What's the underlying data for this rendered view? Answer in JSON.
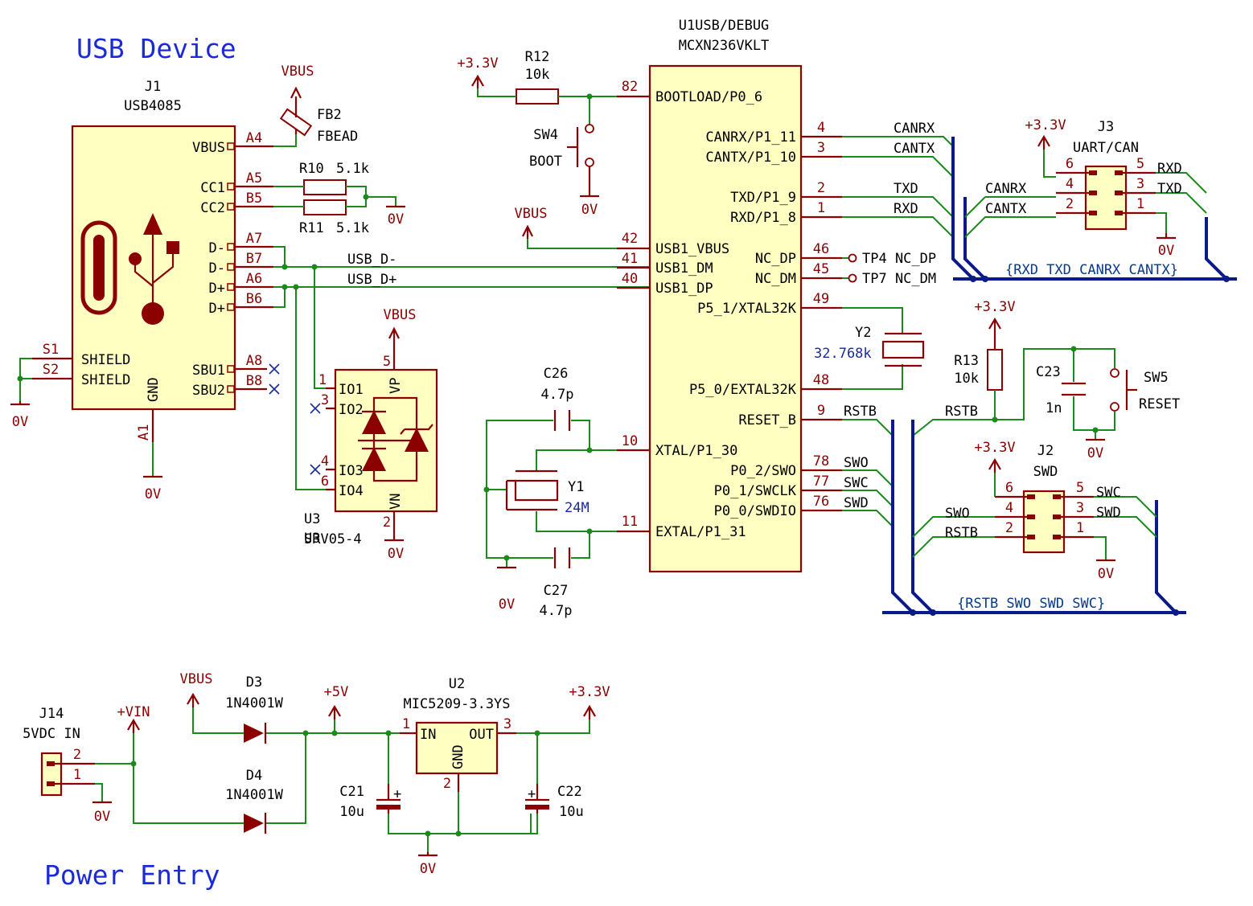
{
  "sections": {
    "usb_title": "USB Device",
    "power_title": "Power Entry"
  },
  "u1": {
    "ref": "U1USB/DEBUG",
    "value": "MCXN236VKLT",
    "pins": [
      {
        "name": "BOOTLOAD/P0_6",
        "num": "82"
      },
      {
        "name": "CANRX/P1_11",
        "num": "4"
      },
      {
        "name": "CANTX/P1_10",
        "num": "3"
      },
      {
        "name": "TXD/P1_9",
        "num": "2"
      },
      {
        "name": "RXD/P1_8",
        "num": "1"
      },
      {
        "name": "USB1_VBUS",
        "num": "42"
      },
      {
        "name": "USB1_DM",
        "num": "41"
      },
      {
        "name": "USB1_DP",
        "num": "40"
      },
      {
        "name": "NC_DP",
        "num": "46"
      },
      {
        "name": "NC_DM",
        "num": "45"
      },
      {
        "name": "P5_1/XTAL32K",
        "num": "49"
      },
      {
        "name": "P5_0/EXTAL32K",
        "num": "48"
      },
      {
        "name": "RESET_B",
        "num": "9"
      },
      {
        "name": "XTAL/P1_30",
        "num": "10"
      },
      {
        "name": "P0_2/SWO",
        "num": "78"
      },
      {
        "name": "P0_1/SWCLK",
        "num": "77"
      },
      {
        "name": "P0_0/SWDIO",
        "num": "76"
      },
      {
        "name": "EXTAL/P1_31",
        "num": "11"
      }
    ]
  },
  "j1": {
    "ref": "J1",
    "value": "USB4085",
    "pins": [
      {
        "name": "VBUS",
        "num": "A4"
      },
      {
        "name": "CC1",
        "num": "A5"
      },
      {
        "name": "CC2",
        "num": "B5"
      },
      {
        "name": "D-",
        "num": "A7"
      },
      {
        "name": "D-",
        "num": "B7"
      },
      {
        "name": "D+",
        "num": "A6"
      },
      {
        "name": "D+",
        "num": "B6"
      },
      {
        "name": "SBU1",
        "num": "A8"
      },
      {
        "name": "SBU2",
        "num": "B8"
      },
      {
        "name": "SHIELD",
        "num": "S1"
      },
      {
        "name": "SHIELD",
        "num": "S2"
      },
      {
        "name": "GND",
        "num": "A1"
      }
    ]
  },
  "fb2": {
    "ref": "FB2",
    "value": "FBEAD"
  },
  "r10": {
    "ref": "R10",
    "value": "5.1k"
  },
  "r11": {
    "ref": "R11",
    "value": "5.1k"
  },
  "r12": {
    "ref": "R12",
    "value": "10k"
  },
  "r13": {
    "ref": "R13",
    "value": "10k"
  },
  "sw4": {
    "ref": "SW4",
    "value": "BOOT"
  },
  "sw5": {
    "ref": "SW5",
    "value": "RESET"
  },
  "c23": {
    "ref": "C23",
    "value": "1n"
  },
  "c26": {
    "ref": "C26",
    "value": "4.7p"
  },
  "c27": {
    "ref": "C27",
    "value": "4.7p"
  },
  "c21": {
    "ref": "C21",
    "value": "10u"
  },
  "c22": {
    "ref": "C22",
    "value": "10u"
  },
  "y1": {
    "ref": "Y1",
    "value": "24M"
  },
  "y2": {
    "ref": "Y2",
    "value": "32.768k"
  },
  "u3": {
    "ref": "U3",
    "value": "SRV05-4",
    "pins": [
      {
        "name": "IO1",
        "num": "1"
      },
      {
        "name": "IO2",
        "num": "3"
      },
      {
        "name": "IO3",
        "num": "4"
      },
      {
        "name": "IO4",
        "num": "6"
      },
      {
        "name": "VP",
        "num": "5"
      },
      {
        "name": "VN",
        "num": "2"
      }
    ]
  },
  "u2": {
    "ref": "U2",
    "value": "MIC5209-3.3YS",
    "pins": [
      {
        "name": "IN",
        "num": "1"
      },
      {
        "name": "OUT",
        "num": "3"
      },
      {
        "name": "GND",
        "num": "2"
      }
    ]
  },
  "d3": {
    "ref": "D3",
    "value": "1N4001W"
  },
  "d4": {
    "ref": "D4",
    "value": "1N4001W"
  },
  "j14": {
    "ref": "J14",
    "value": "5VDC IN",
    "pins": [
      "2",
      "1"
    ]
  },
  "j3": {
    "ref": "J3",
    "value": "UART/CAN",
    "pins": [
      "6",
      "5",
      "4",
      "3",
      "2",
      "1"
    ]
  },
  "j2": {
    "ref": "J2",
    "value": "SWD",
    "pins": [
      "6",
      "5",
      "4",
      "3",
      "2",
      "1"
    ]
  },
  "tp4": {
    "label": "TP4 NC_DP"
  },
  "tp7": {
    "label": "TP7 NC_DM"
  },
  "power": {
    "v33": "+3.3V",
    "vbus": "VBUS",
    "gnd": "0V",
    "v5": "+5V",
    "vin": "+VIN"
  },
  "nets": {
    "usb_dm": "USB_D-",
    "usb_dp": "USB_D+",
    "canrx": "CANRX",
    "cantx": "CANTX",
    "txd": "TXD",
    "rxd": "RXD",
    "rstb": "RSTB",
    "swo": "SWO",
    "swc": "SWC",
    "swd": "SWD"
  },
  "buses": {
    "uart_can": "{RXD TXD CANRX CANTX}",
    "swd": "{RSTB SWO SWD SWC}"
  },
  "colors": {
    "wire": "#1a8a1a",
    "symbol": "#8b0000",
    "body": "#ffffc2",
    "bus": "#0a1a8a",
    "title": "#1a2adb"
  }
}
